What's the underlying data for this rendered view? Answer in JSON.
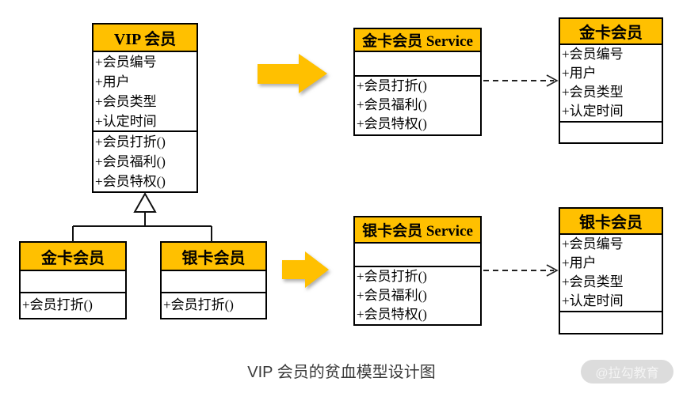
{
  "caption": "VIP 会员的贫血模型设计图",
  "watermark": "@拉勾教育",
  "colors": {
    "header_fill": "#FFC000",
    "arrow_fill": "#FFC000",
    "border_color": "#000000",
    "watermark_bg": "#dcdcdc",
    "watermark_text": "#f4f4f4",
    "caption_color": "#3a3a3a"
  },
  "classes": {
    "vip": {
      "title": "VIP 会员",
      "attributes": [
        "+会员编号",
        "+用户",
        "+会员类型",
        "+认定时间"
      ],
      "methods": [
        "+会员打折()",
        "+会员福利()",
        "+会员特权()"
      ]
    },
    "gold_sub": {
      "title": "金卡会员",
      "attributes": [],
      "methods": [
        "+会员打折()"
      ]
    },
    "silver_sub": {
      "title": "银卡会员",
      "attributes": [],
      "methods": [
        "+会员打折()"
      ]
    },
    "gold_service": {
      "title": "金卡会员 Service",
      "attributes": [],
      "methods": [
        "+会员打折()",
        "+会员福利()",
        "+会员特权()"
      ]
    },
    "gold_entity": {
      "title": "金卡会员",
      "attributes": [
        "+会员编号",
        "+用户",
        "+会员类型",
        "+认定时间"
      ],
      "methods": []
    },
    "silver_service": {
      "title": "银卡会员 Service",
      "attributes": [],
      "methods": [
        "+会员打折()",
        "+会员福利()",
        "+会员特权()"
      ]
    },
    "silver_entity": {
      "title": "银卡会员",
      "attributes": [
        "+会员编号",
        "+用户",
        "+会员类型",
        "+认定时间"
      ],
      "methods": []
    }
  }
}
